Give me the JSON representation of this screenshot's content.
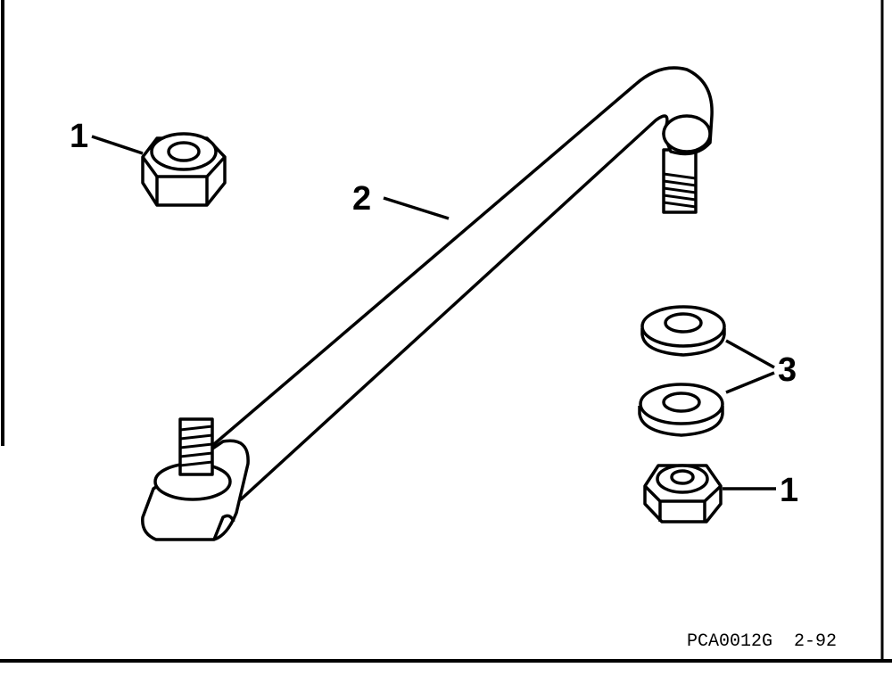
{
  "callouts": {
    "nut_top_left": "1",
    "tie_bar": "2",
    "washers": "3",
    "nut_bottom_right": "1"
  },
  "figure_code": "PCA0012G  2-92",
  "colors": {
    "ink": "#000000",
    "paper": "#ffffff"
  }
}
